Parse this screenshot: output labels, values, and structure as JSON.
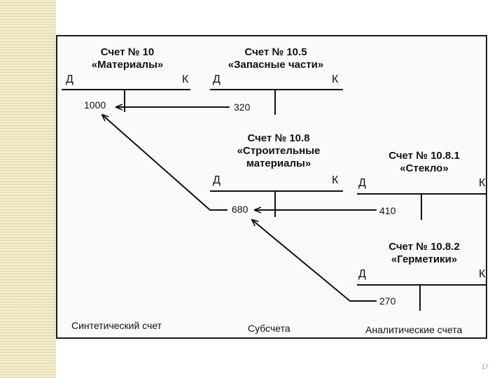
{
  "accounts": {
    "acc10": {
      "title1": "Счет № 10",
      "title2": "«Материалы»",
      "debit": "Д",
      "credit": "К",
      "value": "1000"
    },
    "acc105": {
      "title1": "Счет № 10.5",
      "title2": "«Запасные части»",
      "debit": "Д",
      "credit": "К",
      "value": "320"
    },
    "acc108": {
      "title1": "Счет № 10.8",
      "title2": "«Строительные",
      "title3": "материалы»",
      "debit": "Д",
      "credit": "К",
      "value": "680"
    },
    "acc1081": {
      "title1": "Счет № 10.8.1",
      "title2": "«Стекло»",
      "debit": "Д",
      "credit": "К",
      "value": "410"
    },
    "acc1082": {
      "title1": "Счет № 10.8.2",
      "title2": "«Герметики»",
      "debit": "Д",
      "credit": "К",
      "value": "270"
    }
  },
  "captions": {
    "synthetic": "Синтетический счет",
    "subaccounts": "Субсчета",
    "analytic": "Аналитические счета"
  },
  "slide_number": "17"
}
